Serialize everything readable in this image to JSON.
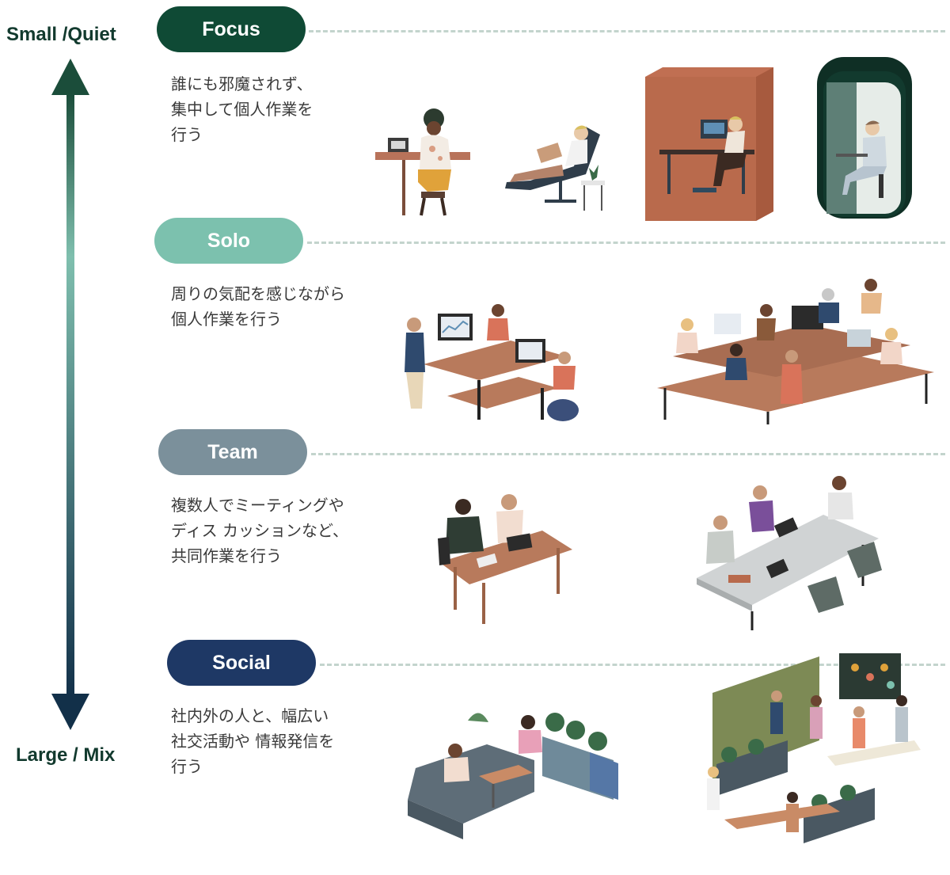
{
  "axis": {
    "top_label": "Small /Quiet",
    "bottom_label": "Large / Mix",
    "gradient_colors": [
      "#1b4d3a",
      "#7fbfae",
      "#123049"
    ]
  },
  "categories": [
    {
      "title": "Focus",
      "color": "#0f4a35",
      "description": "誰にも邪魔されず、\n集中して個人作業を\n行う",
      "illustrations": [
        "person-at-small-desk",
        "person-in-recliner",
        "focus-booth-orange",
        "phone-booth-green"
      ]
    },
    {
      "title": "Solo",
      "color": "#7cc1ae",
      "description": "周りの気配を感じながら\n個人作業を行う",
      "illustrations": [
        "standing-desks-workers",
        "open-office-desks"
      ]
    },
    {
      "title": "Team",
      "color": "#7b909b",
      "description": "複数人でミーティングや\nディス カッションなど、\n共同作業を行う",
      "illustrations": [
        "two-person-meeting-table",
        "large-conference-table"
      ]
    },
    {
      "title": "Social",
      "color": "#1e3865",
      "description": "社内外の人と、幅広い\n社交活動や 情報発信を\n行う",
      "illustrations": [
        "lounge-sofa-area",
        "social-event-space"
      ]
    }
  ]
}
